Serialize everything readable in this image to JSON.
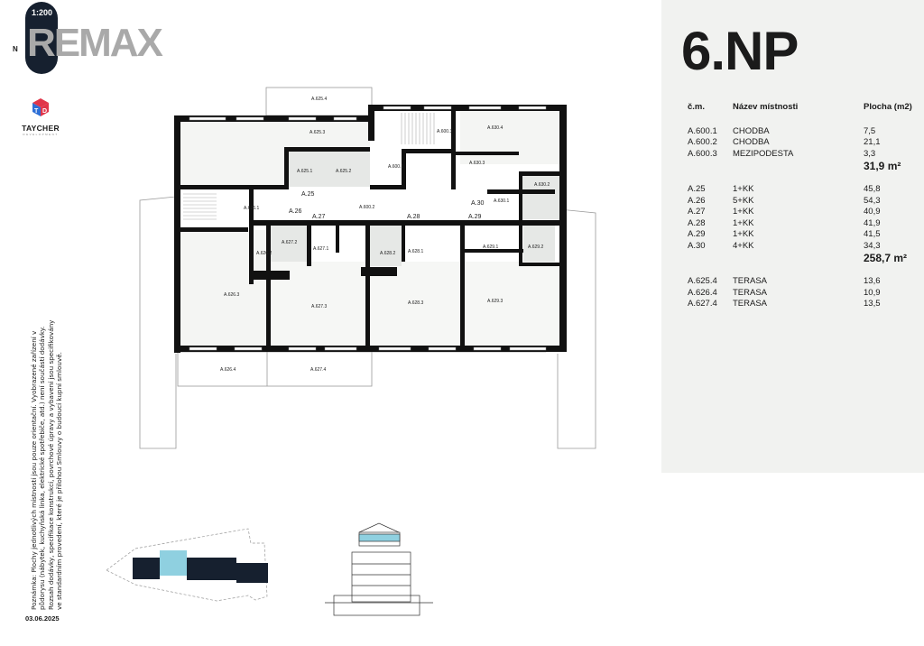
{
  "header": {
    "scale": "1:200",
    "north_label": "N",
    "brand_logo": "RE/MAX",
    "developer_logo": {
      "name": "TAYCHER",
      "subtitle": "DEVELOPMENT",
      "initials": "TD"
    }
  },
  "summary": {
    "floor_title": "6.NP",
    "columns": [
      "č.m.",
      "Název místnosti",
      "Plocha (m2)"
    ],
    "common_rooms": [
      {
        "id": "A.600.1",
        "name": "CHODBA",
        "area": "7,5"
      },
      {
        "id": "A.600.2",
        "name": "CHODBA",
        "area": "21,1"
      },
      {
        "id": "A.600.3",
        "name": "MEZIPODESTA",
        "area": "3,3"
      }
    ],
    "common_total": "31,9 m²",
    "units": [
      {
        "id": "A.25",
        "name": "1+KK",
        "area": "45,8"
      },
      {
        "id": "A.26",
        "name": "5+KK",
        "area": "54,3"
      },
      {
        "id": "A.27",
        "name": "1+KK",
        "area": "40,9"
      },
      {
        "id": "A.28",
        "name": "1+KK",
        "area": "41,9"
      },
      {
        "id": "A.29",
        "name": "1+KK",
        "area": "41,5"
      },
      {
        "id": "A.30",
        "name": "4+KK",
        "area": "34,3"
      }
    ],
    "units_total": "258,7 m²",
    "terraces": [
      {
        "id": "A.625.4",
        "name": "TERASA",
        "area": "13,6"
      },
      {
        "id": "A.626.4",
        "name": "TERASA",
        "area": "10,9"
      },
      {
        "id": "A.627.4",
        "name": "TERASA",
        "area": "13,5"
      }
    ]
  },
  "floor_plan": {
    "room_labels": [
      "A.625.4",
      "A.625.3",
      "A.625.1",
      "A.625.2",
      "A.25",
      "A.26",
      "A.27",
      "A.626.1",
      "A.600.2",
      "A.600.1",
      "A.600.3",
      "A.630.4",
      "A.630.3",
      "A.630.2",
      "A.630.1",
      "A.30",
      "A.28",
      "A.29",
      "A.626.2",
      "A.627.2",
      "A.627.1",
      "A.628.2",
      "A.628.1",
      "A.629.1",
      "A.629.2",
      "A.626.3",
      "A.627.3",
      "A.628.3",
      "A.629.3",
      "A.626.4",
      "A.627.4"
    ],
    "highlight_color": "#8fd0e0",
    "wall_color": "#111111"
  },
  "note": "Poznámka: Plochy jednotlivých místností jsou pouze orientační. Vyobrazené zařízení v půdorysu (nábytek, kuchyňská linka, elektrické spotřebiče, atd.) není součástí dodávky. Rozsah dodávky, specifikace konstrukcí, povrchové úpravy a vybavení jsou specifikovány ve standardním provedení, které je přílohou Smlouvy o budoucí kupní smlouvě.",
  "date": "03.06.2025"
}
